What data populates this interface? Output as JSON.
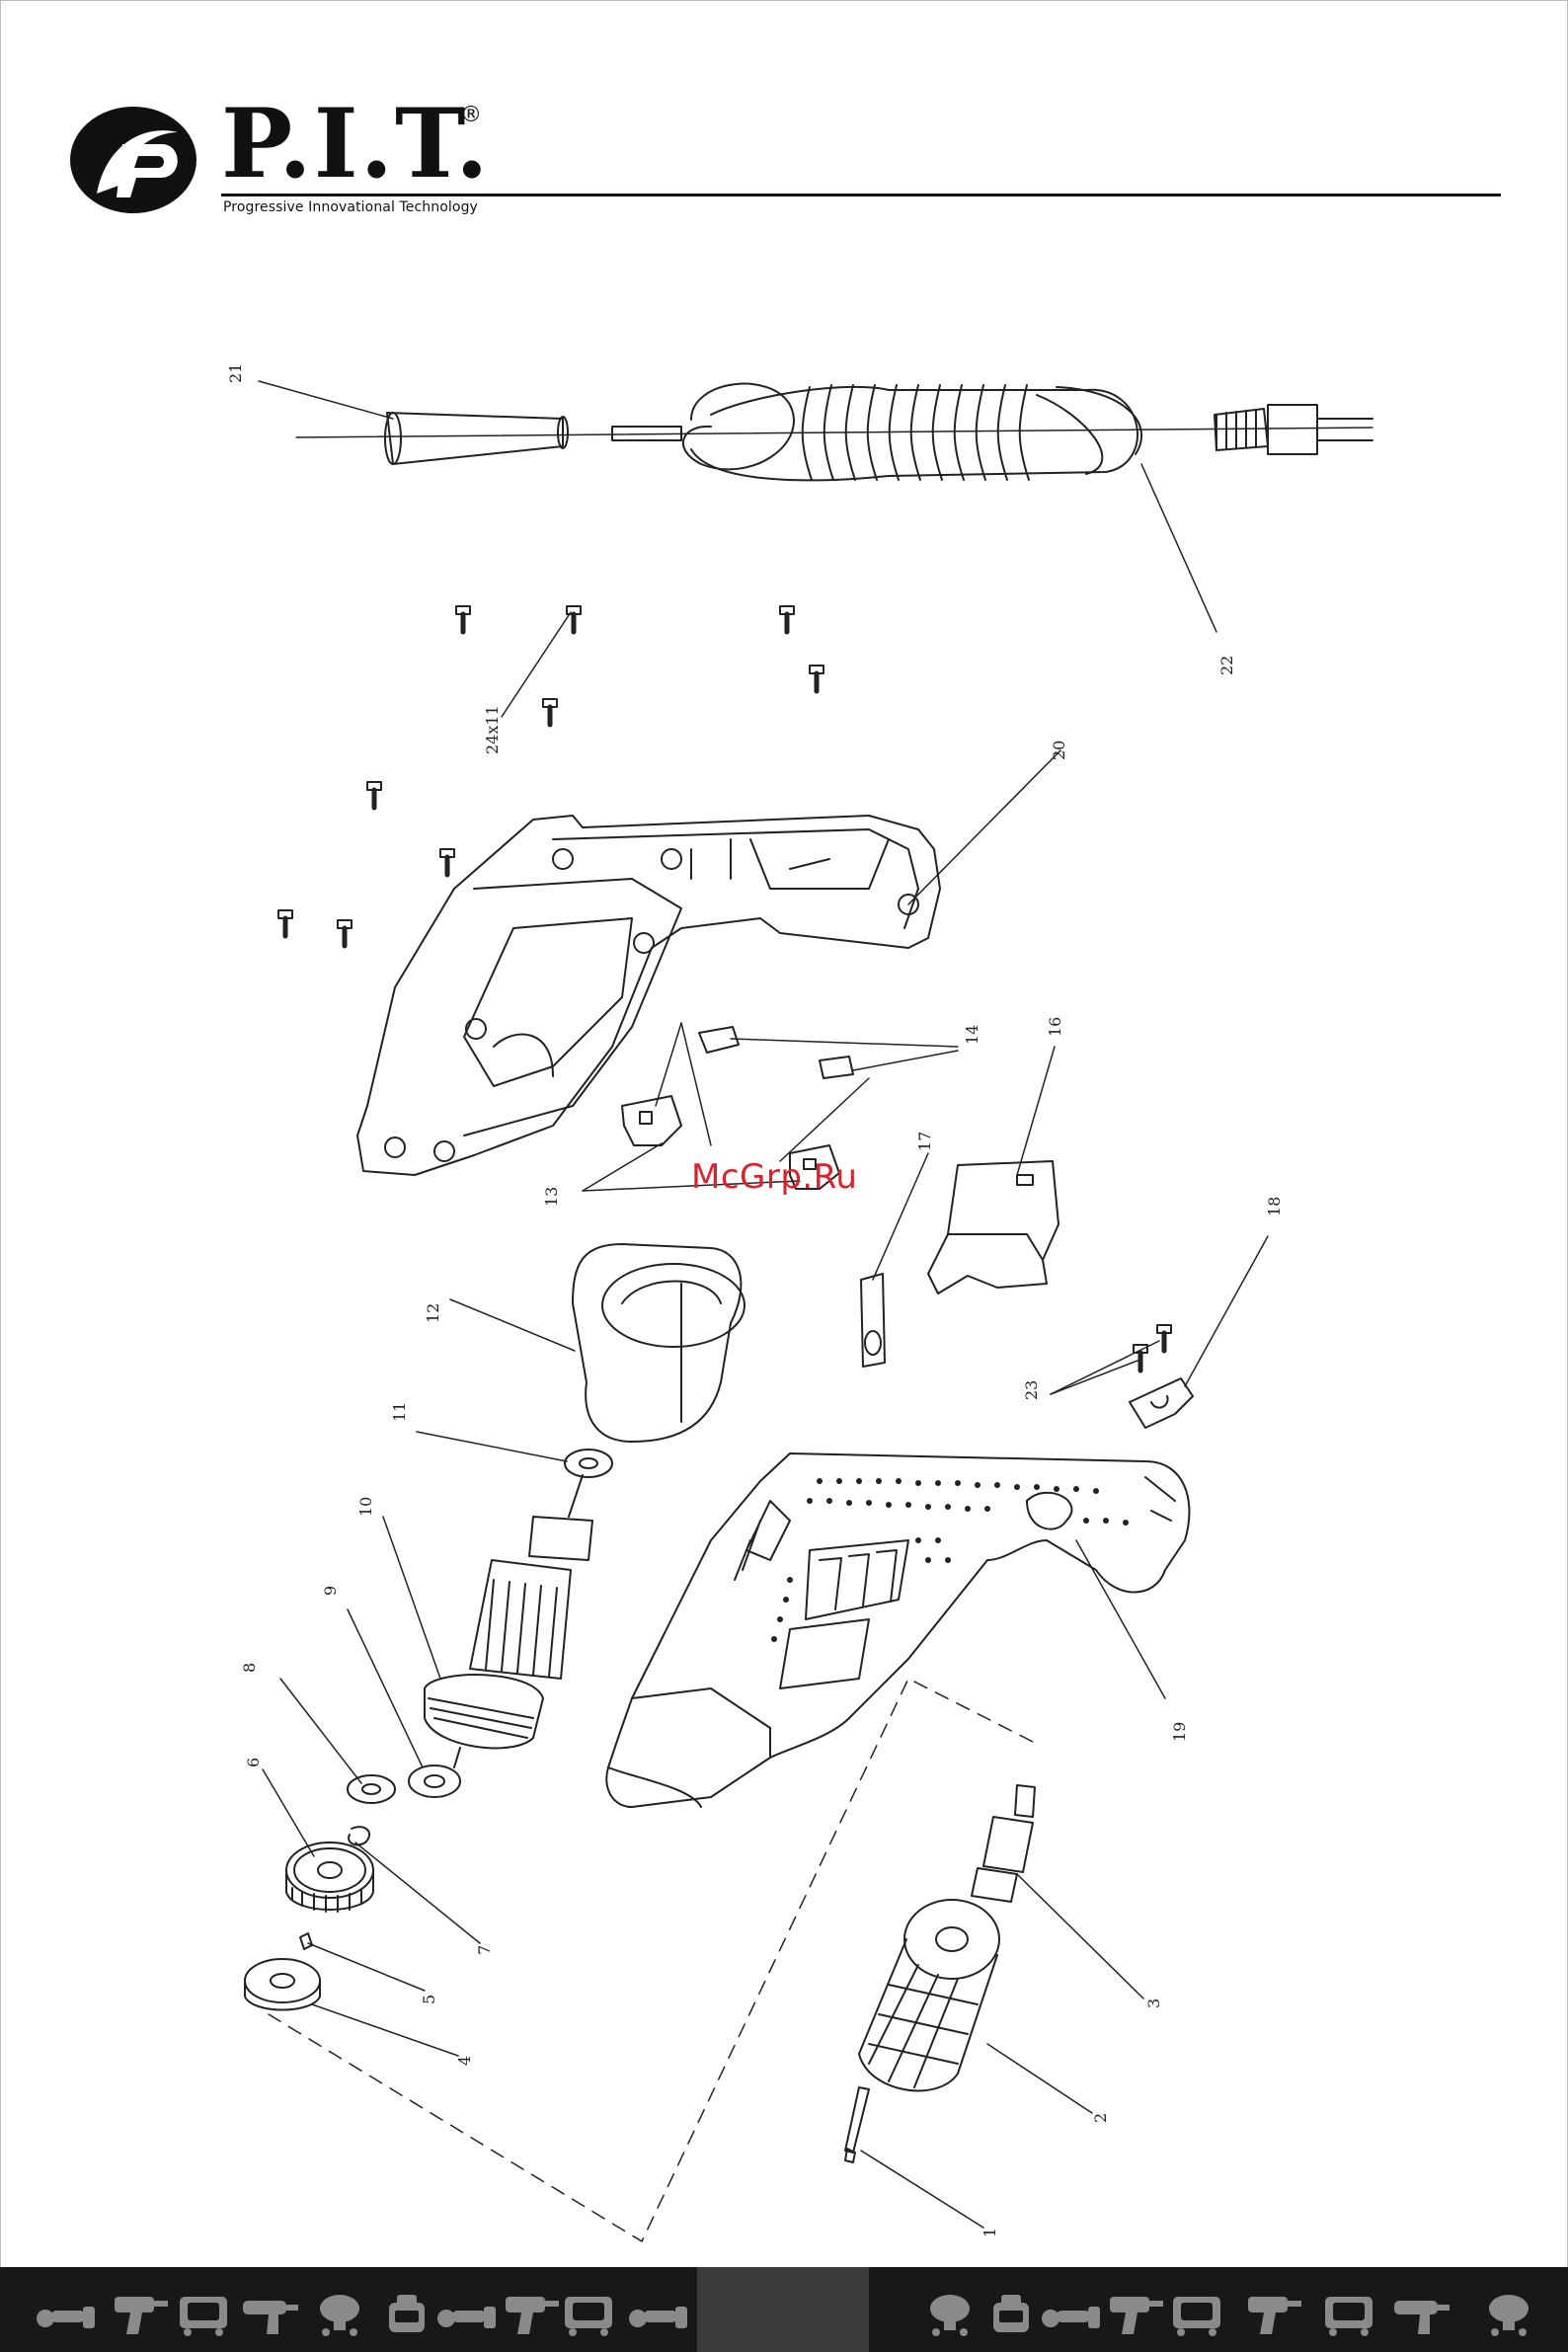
{
  "header": {
    "brand_name": "P.I.T.",
    "registered_mark": "®",
    "tagline": "Progressive Innovational Technology"
  },
  "watermark": "McGrp.Ru",
  "callouts": [
    "21",
    "22",
    "24x11",
    "20",
    "14",
    "16",
    "13",
    "17",
    "18",
    "12",
    "23",
    "11",
    "10",
    "19",
    "9",
    "8",
    "6",
    "7",
    "5",
    "3",
    "4",
    "2",
    "1"
  ],
  "footer": {
    "icons": [
      "grinder-icon",
      "drill-icon",
      "generator-icon",
      "hammer-drill-icon",
      "mixer-icon",
      "vacuum-icon",
      "grinder-icon",
      "drill-icon",
      "generator-icon",
      "grinder-icon",
      "mixer-icon",
      "vacuum-icon",
      "grinder-icon",
      "drill-icon",
      "generator-icon",
      "drill-icon",
      "generator-icon",
      "hammer-drill-icon",
      "mixer-icon"
    ]
  },
  "colors": {
    "ink": "#222222",
    "watermark": "#d8232a",
    "footer": "#181818",
    "footer_icons": "#8a8a8a"
  }
}
